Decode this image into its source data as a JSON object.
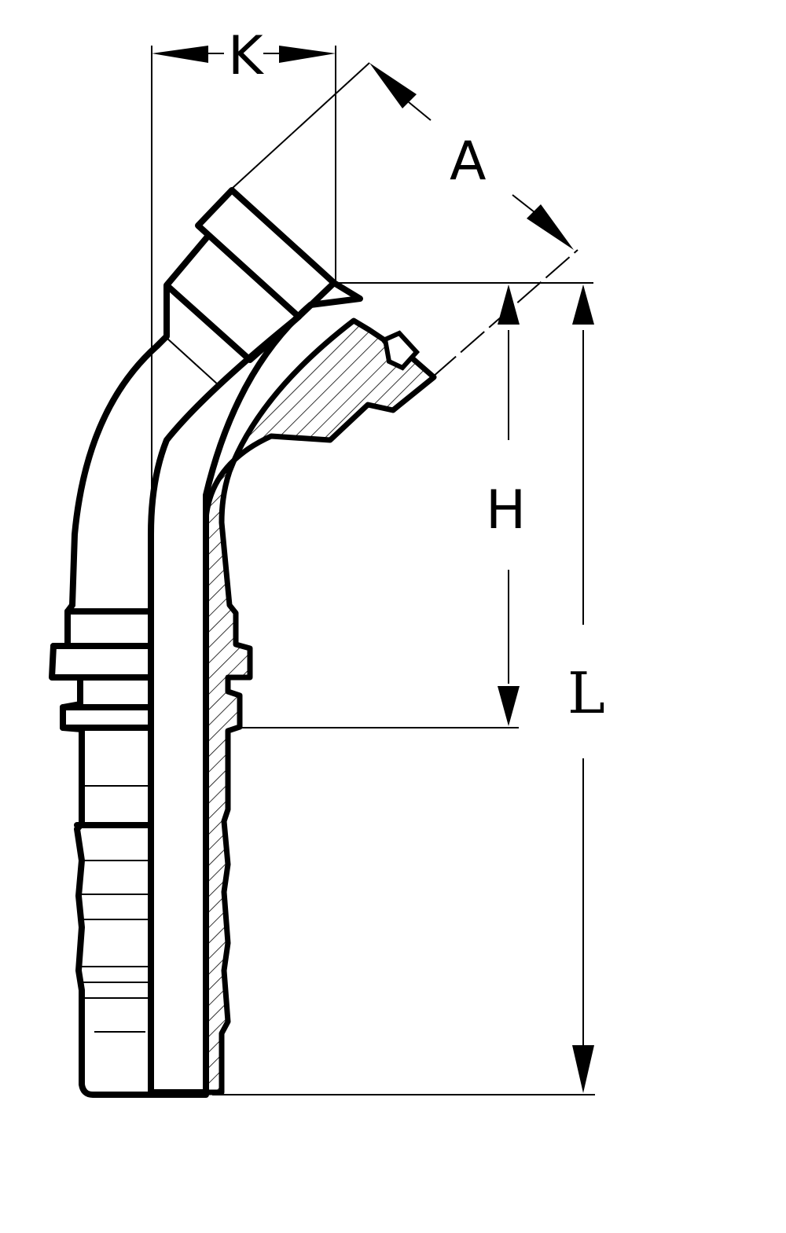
{
  "drawing": {
    "subject": "45° flange hose fitting (cross-section)",
    "background": "#ffffff",
    "line_color": "#000000"
  },
  "dimensions": {
    "K": {
      "label": "K",
      "orientation": "horizontal"
    },
    "A": {
      "label": "A",
      "orientation": "diagonal-45"
    },
    "H": {
      "label": "H",
      "orientation": "vertical"
    },
    "L": {
      "label": "L",
      "orientation": "vertical"
    }
  }
}
